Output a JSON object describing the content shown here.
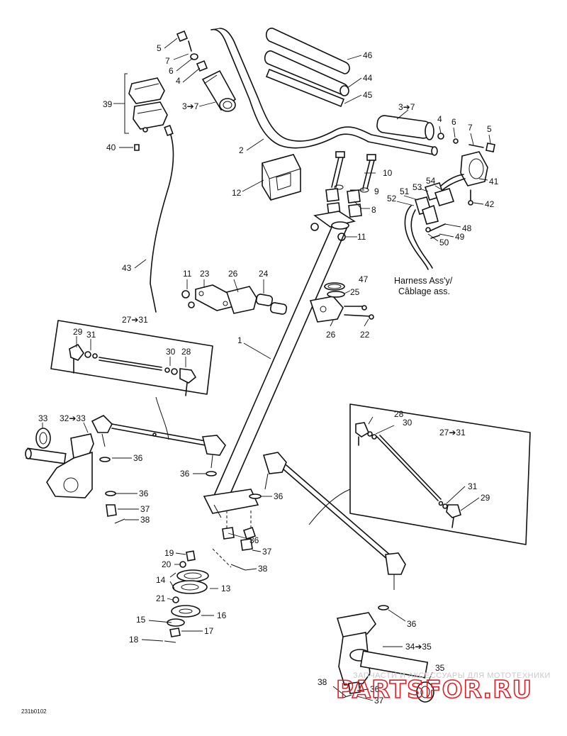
{
  "drawing_code": "231b0102",
  "harness_note": [
    "Harness Ass'y/",
    "Câblage ass."
  ],
  "watermark": {
    "small": "ЗАПЧАСТИ И АКСЕССУАРЫ ДЛЯ МОТОТЕХНИКИ",
    "big": "PARTSFOR.RU"
  },
  "callouts": {
    "c_5a": "5",
    "c_7a": "7",
    "c_6a": "6",
    "c_4a": "4",
    "c_37a": "3➔7",
    "c_46": "46",
    "c_44": "44",
    "c_45": "45",
    "c_39": "39",
    "c_40": "40",
    "c_2": "2",
    "c_12": "12",
    "c_10": "10",
    "c_9": "9",
    "c_8": "8",
    "c_11a": "11",
    "c_37b": "3➔7",
    "c_4b": "4",
    "c_6b": "6",
    "c_7b": "7",
    "c_5b": "5",
    "c_41": "41",
    "c_42": "42",
    "c_54": "54",
    "c_53": "53",
    "c_51": "51",
    "c_52": "52",
    "c_48": "48",
    "c_49": "49",
    "c_50": "50",
    "c_43": "43",
    "c_11b": "11",
    "c_23": "23",
    "c_26a": "26",
    "c_24": "24",
    "c_47": "47",
    "c_25": "25",
    "c_26b": "26",
    "c_22": "22",
    "c_1": "1",
    "c_2731a": "27➔31",
    "c_29a": "29",
    "c_31a": "31",
    "c_30a": "30",
    "c_28a": "28",
    "c_33": "33",
    "c_3233": "32➔33",
    "c_36a": "36",
    "c_36b": "36",
    "c_36c": "36",
    "c_37c": "37",
    "c_38a": "38",
    "c_36d": "36",
    "c_28b": "28",
    "c_30b": "30",
    "c_2731b": "27➔31",
    "c_31b": "31",
    "c_29b": "29",
    "c_19": "19",
    "c_20": "20",
    "c_36e": "36",
    "c_37d": "37",
    "c_38b": "38",
    "c_14": "14",
    "c_13": "13",
    "c_21": "21",
    "c_16": "16",
    "c_15": "15",
    "c_17": "17",
    "c_18": "18",
    "c_36f": "36",
    "c_3435": "34➔35",
    "c_35": "35",
    "c_38c": "38",
    "c_36g": "36",
    "c_37e": "37"
  }
}
